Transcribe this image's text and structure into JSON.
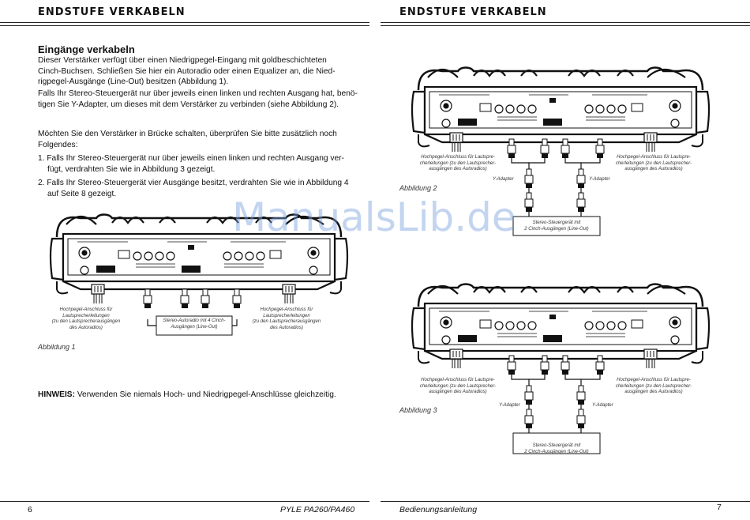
{
  "left_page": {
    "header": "ENDSTUFE VERKABELN",
    "section_title": "Eingänge verkabeln",
    "para1": [
      "Dieser Verstärker verfügt über einen Niedrigpegel-Eingang mit goldbeschichteten",
      "Cinch-Buchsen. Schließen Sie hier ein Autoradio oder einen Equalizer an, die Nied-",
      "rigpegel-Ausgänge (Line-Out) besitzen (Abbildung 1)."
    ],
    "para2": [
      "Falls Ihr Stereo-Steuergerät nur über jeweils einen linken und rechten Ausgang hat, benö-",
      "tigen Sie Y-Adapter, um dieses mit dem Verstärker zu verbinden (siehe Abbildung 2)."
    ],
    "para3": [
      "Möchten Sie den Verstärker in Brücke schalten, überprüfen Sie bitte zusätzlich noch",
      "Folgendes:"
    ],
    "item1": [
      "1. Falls Ihr Stereo-Steuergerät nur über jeweils einen linken und rechten Ausgang ver-",
      "fügt, verdrahten Sie wie in Abbildung 3 gezeigt."
    ],
    "item2": [
      "2. Falls Ihr Stereo-Steuergerät vier Ausgänge besitzt, verdrahten Sie wie in Abbildung 4",
      "auf Seite 8 gezeigt."
    ],
    "fig1": {
      "label_left": [
        "Hochpegel-Anschluss für",
        "Lautsprecherleitungen",
        "(zu den Lautsprecherausgängen",
        "des Autoradios)"
      ],
      "label_center": [
        "Stereo-Autoradio mit 4 Cinch-",
        "Ausgängen (Line-Out)"
      ],
      "label_right": [
        "Hochpegel-Anschluss für",
        "Lautsprecherleitungen",
        "(zu den Lautsprecherausgängen",
        "des Autoradios)"
      ],
      "caption": "Abbildung 1"
    },
    "note_label": "HINWEIS:",
    "note_text": " Verwenden Sie niemals Hoch- und Niedrigpegel-Anschlüsse gleichzeitig.",
    "page_number": "6",
    "footer_model": "PYLE PA260/PA460"
  },
  "right_page": {
    "header": "ENDSTUFE VERKABELN",
    "fig2": {
      "label_left": [
        "Hochpegel-Anschluss für Lautspre-",
        "cherleitungen (zu den Lautsprecher-",
        "ausgängen des Autoradios)"
      ],
      "label_right": [
        "Hochpegel-Anschluss für Lautspre-",
        "cherleitungen (zu den Lautsprecher-",
        "ausgängen des Autoradios)"
      ],
      "y_left": "Y-Adapter",
      "y_right": "Y-Adapter",
      "source": [
        "Stereo-Steuergerät mit",
        "2 Cinch-Ausgängen (Line-Out)"
      ],
      "caption": "Abbildung 2"
    },
    "fig3": {
      "label_left": [
        "Hochpegel-Anschluss für Lautspre-",
        "cherleitungen (zu den Lautsprecher-",
        "ausgängen des Autoradios)"
      ],
      "label_right": [
        "Hochpegel-Anschluss für Lautspre-",
        "cherleitungen (zu den Lautsprecher-",
        "ausgängen des Autoradios)"
      ],
      "y_left": "Y-Adapter",
      "y_right": "Y-Adapter",
      "source": [
        "Stereo-Steuergerät mit",
        "2 Cinch-Ausgängen (Line-Out)"
      ],
      "caption": "Abbildung 3"
    },
    "footer_manual": "Bedienungsanleitung",
    "page_number": "7"
  },
  "watermark": "ManualsLib.de",
  "colors": {
    "ink": "#111111",
    "watermark": "#7aa0dc"
  }
}
